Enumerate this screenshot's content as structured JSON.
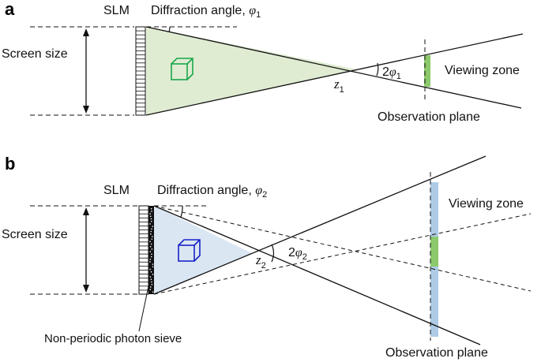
{
  "panels": {
    "a": {
      "letter": "a",
      "slm": "SLM",
      "diffraction_prefix": "Diffraction angle, ",
      "angle_symbol": "φ",
      "angle_subscript": "1",
      "screen_size": "Screen size",
      "z_symbol": "z",
      "z_subscript": "1",
      "two_phi_prefix": "2",
      "viewing_zone": "Viewing zone",
      "observation_plane": "Observation plane"
    },
    "b": {
      "letter": "b",
      "slm": "SLM",
      "diffraction_prefix": "Diffraction angle, ",
      "angle_symbol": "φ",
      "angle_subscript": "2",
      "screen_size": "Screen size",
      "z_symbol": "z",
      "z_subscript": "2",
      "two_phi_prefix": "2",
      "viewing_zone": "Viewing zone",
      "observation_plane": "Observation plane",
      "sieve_label": "Non-periodic photon sieve"
    }
  },
  "colors": {
    "panel_a_cone_fill": "#dfecd2",
    "panel_a_cube": "#1aa64a",
    "panel_a_zone": "#8cc96c",
    "panel_b_cone_fill": "#dbe6f3",
    "panel_b_cube": "#1722c8",
    "panel_b_plane_bar": "#aecbe6",
    "panel_b_zone": "#8cc96c",
    "line": "#111111"
  }
}
